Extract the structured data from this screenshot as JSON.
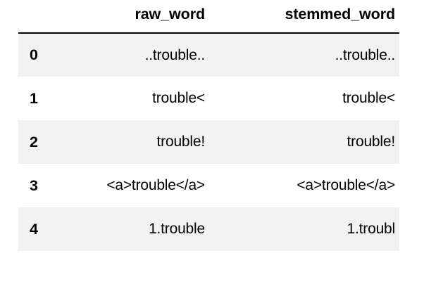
{
  "table": {
    "index_header": "",
    "columns": [
      "raw_word",
      "stemmed_word"
    ],
    "rows": [
      {
        "index": "0",
        "raw_word": "..trouble..",
        "stemmed_word": "..trouble.."
      },
      {
        "index": "1",
        "raw_word": "trouble<",
        "stemmed_word": "trouble<"
      },
      {
        "index": "2",
        "raw_word": "trouble!",
        "stemmed_word": "trouble!"
      },
      {
        "index": "3",
        "raw_word": "<a>trouble</a>",
        "stemmed_word": "<a>trouble</a>"
      },
      {
        "index": "4",
        "raw_word": "1.trouble",
        "stemmed_word": "1.troubl"
      }
    ]
  },
  "style": {
    "background": "#ffffff",
    "stripe": "#f2f2f2",
    "text": "#000000",
    "rule": "#000000"
  }
}
